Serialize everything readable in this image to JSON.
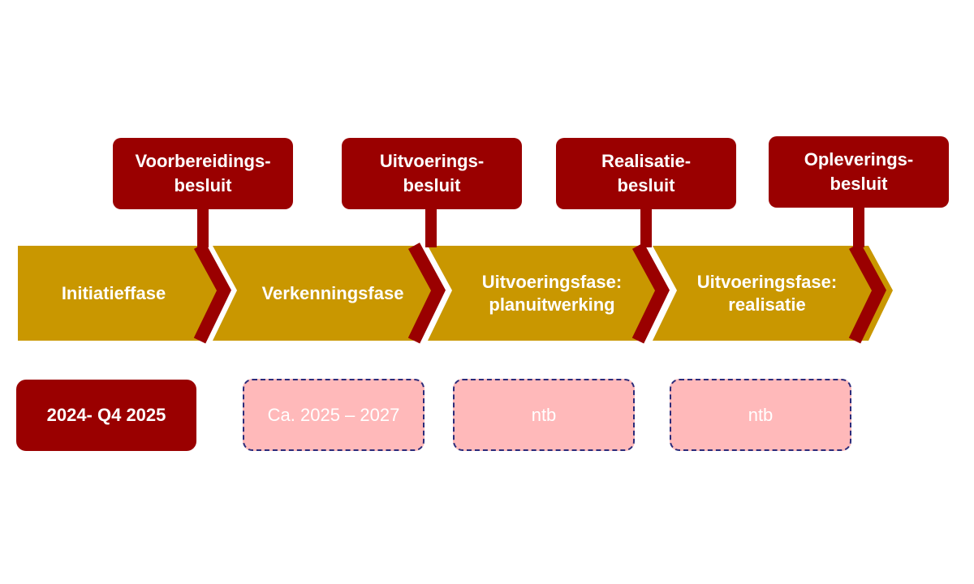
{
  "colors": {
    "phase": "#c99700",
    "decision": "#9a0000",
    "pending_fill": "#ffb9ba",
    "pending_border": "#2b2b7a",
    "text": "#ffffff"
  },
  "decisions": [
    {
      "line1": "Voorbereidings-",
      "line2": "besluit"
    },
    {
      "line1": "Uitvoerings-",
      "line2": "besluit"
    },
    {
      "line1": "Realisatie-",
      "line2": "besluit"
    },
    {
      "line1": "Opleverings-",
      "line2": "besluit"
    }
  ],
  "phases": [
    {
      "line1": "Initiatieffase",
      "line2": ""
    },
    {
      "line1": "Verkenningsfase",
      "line2": ""
    },
    {
      "line1": "Uitvoeringsfase:",
      "line2": "planuitwerking"
    },
    {
      "line1": "Uitvoeringsfase:",
      "line2": "realisatie"
    }
  ],
  "periods": [
    {
      "text": "2024- Q4 2025",
      "status": "confirmed"
    },
    {
      "text": "Ca. 2025 – 2027",
      "status": "pending"
    },
    {
      "text": "ntb",
      "status": "pending"
    },
    {
      "text": "ntb",
      "status": "pending"
    }
  ]
}
